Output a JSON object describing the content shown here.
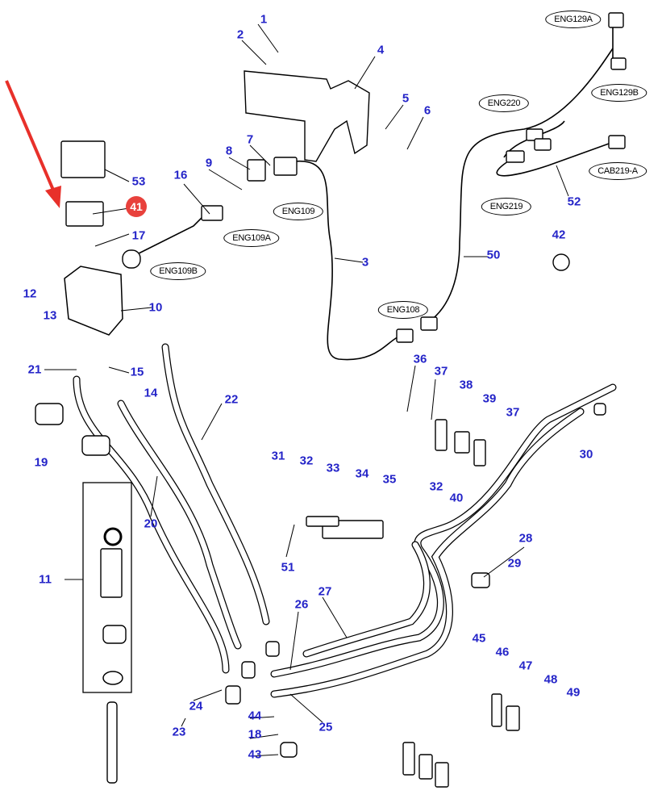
{
  "callouts": [
    "1",
    "2",
    "4",
    "5",
    "6",
    "7",
    "8",
    "9",
    "16",
    "53",
    "17",
    "3",
    "50",
    "42",
    "52",
    "12",
    "13",
    "10",
    "21",
    "15",
    "14",
    "22",
    "36",
    "37",
    "38",
    "39",
    "37",
    "30",
    "31",
    "32",
    "33",
    "34",
    "35",
    "32",
    "40",
    "19",
    "20",
    "11",
    "51",
    "28",
    "29",
    "27",
    "26",
    "45",
    "46",
    "47",
    "48",
    "49",
    "24",
    "23",
    "44",
    "18",
    "25",
    "43"
  ],
  "highlighted_callout": {
    "label": "41",
    "color": "#e8413c"
  },
  "connector_labels": [
    "ENG129A",
    "ENG129B",
    "ENG220",
    "CAB219-A",
    "ENG219",
    "ENG109",
    "ENG109A",
    "ENG109B",
    "ENG108"
  ],
  "colors": {
    "callout": "#2424c8",
    "arrow": "#e8302a",
    "line": "#000000"
  }
}
